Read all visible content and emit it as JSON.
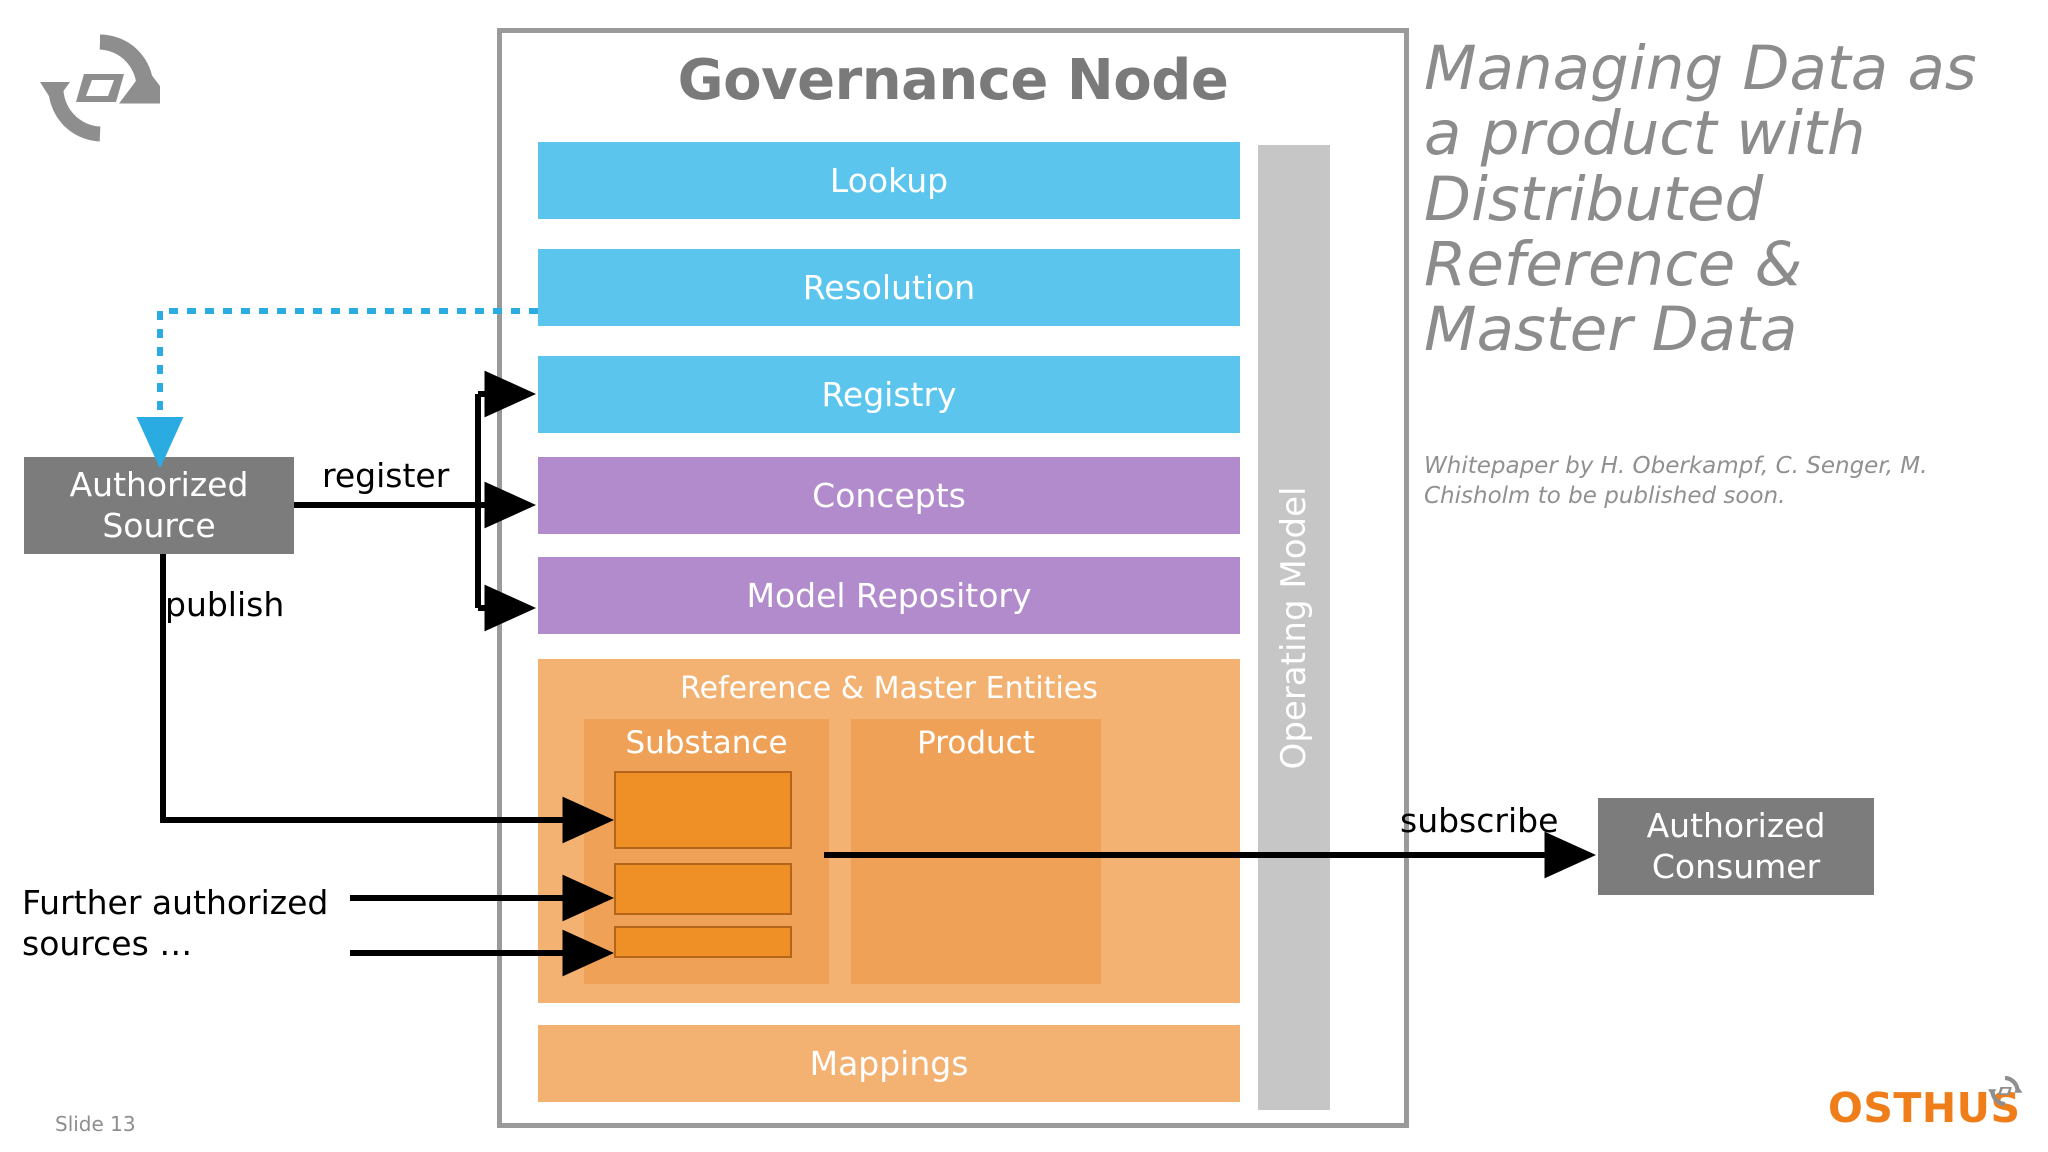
{
  "slide": {
    "number_label": "Slide 13"
  },
  "brand": {
    "mark_icon": "circular-refresh-icon",
    "logo_wordmark": "OSTHUS",
    "logo_mark_icon": "circular-refresh-icon",
    "accent_color": "#ef7d1a"
  },
  "headline": {
    "title": "Managing Data as a product with Distributed Reference & Master Data",
    "subtitle": "Whitepaper by H. Oberkampf, C. Senger, M. Chisholm to be published soon.",
    "color": "#8c8c8c"
  },
  "governance_node": {
    "title": "Governance Node",
    "title_color": "#7a7a7a",
    "border_color": "#9a9a9a",
    "layers": [
      {
        "label": "Lookup",
        "color": "#5bc5ee",
        "group": "services"
      },
      {
        "label": "Resolution",
        "color": "#5bc5ee",
        "group": "services"
      },
      {
        "label": "Registry",
        "color": "#5bc5ee",
        "group": "services"
      },
      {
        "label": "Concepts",
        "color": "#b18bcc",
        "group": "semantics"
      },
      {
        "label": "Model Repository",
        "color": "#b18bcc",
        "group": "semantics"
      },
      {
        "label": "Mappings",
        "color": "#f4b272",
        "group": "data"
      }
    ],
    "operating_model": {
      "label": "Operating Model",
      "color": "#c6c6c6",
      "orientation": "vertical"
    },
    "entities": {
      "title": "Reference & Master Entities",
      "color": "#f4b272",
      "cards": [
        {
          "label": "Substance",
          "color": "#efa257",
          "records": [
            {
              "name": "substance-record-1"
            },
            {
              "name": "substance-record-2"
            },
            {
              "name": "substance-record-3"
            }
          ]
        },
        {
          "label": "Product",
          "color": "#efa257",
          "records": []
        }
      ]
    }
  },
  "external_nodes": [
    {
      "key": "authorized_source",
      "label": "Authorized\nSource",
      "color": "#7c7c7c"
    },
    {
      "key": "authorized_consumer",
      "label": "Authorized\nConsumer",
      "color": "#7c7c7c"
    }
  ],
  "flows": [
    {
      "key": "register",
      "label": "register",
      "style": "solid",
      "color": "#000000"
    },
    {
      "key": "publish",
      "label": "publish",
      "style": "solid",
      "color": "#000000"
    },
    {
      "key": "subscribe",
      "label": "subscribe",
      "style": "solid",
      "color": "#000000"
    },
    {
      "key": "resolve",
      "label": "",
      "style": "dotted",
      "color": "#2aabe2"
    }
  ],
  "annotations": {
    "further_sources": "Further authorized\nsources …"
  }
}
